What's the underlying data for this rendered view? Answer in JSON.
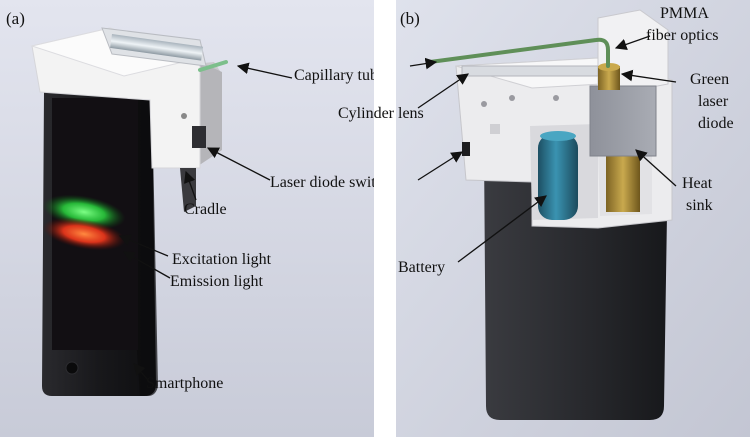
{
  "panels": [
    {
      "label": "(a)",
      "annotations": {
        "capillary_tube": "Capillary tube",
        "laser_diode_switch": "Laser diode switch",
        "cradle": "Cradle",
        "excitation_light": "Excitation light",
        "emission_light": "Emission light",
        "smartphone": "Smartphone"
      }
    },
    {
      "label": "(b)",
      "annotations": {
        "pmma_line1": "PMMA",
        "pmma_line2": "fiber optics",
        "cylinder_lens": "Cylinder lens",
        "green_line1": "Green",
        "green_line2": "laser",
        "green_line3": "diode",
        "heat_line1": "Heat",
        "heat_line2": "sink",
        "battery": "Battery"
      }
    }
  ],
  "colors": {
    "background_gradient_top": "#e2e4ee",
    "background_gradient_bottom": "#c7cad6",
    "phone_body": "#1c1c1f",
    "screen": "#121013",
    "cradle_body": "#f3f3f3",
    "excitation_light": "#2bd63f",
    "emission_light": "#ff3a1c",
    "battery": "#2e7a96",
    "laser_diode": "#a88a38",
    "heat_sink": "#9ea1aa",
    "fiber": "#5f8f58"
  }
}
